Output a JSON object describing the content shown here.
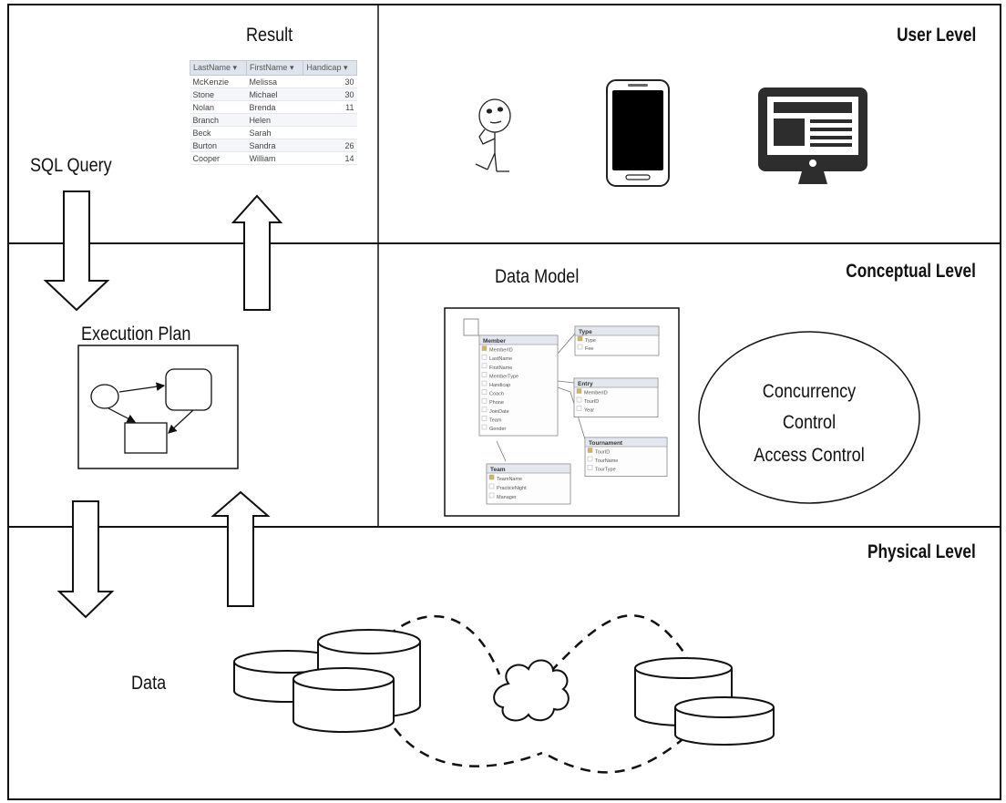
{
  "levels": {
    "user": "User Level",
    "conceptual": "Conceptual Level",
    "physical": "Physical Level"
  },
  "labels": {
    "result": "Result",
    "sql_query": "SQL Query",
    "execution_plan": "Execution Plan",
    "data_model": "Data Model",
    "data": "Data"
  },
  "ellipse": {
    "line1": "Concurrency",
    "line2": "Control",
    "line3": "Access Control"
  },
  "result_table": {
    "headers": [
      "LastName",
      "FirstName",
      "Handicap"
    ],
    "rows": [
      [
        "McKenzie",
        "Melissa",
        "30"
      ],
      [
        "Stone",
        "Michael",
        "30"
      ],
      [
        "Nolan",
        "Brenda",
        "11"
      ],
      [
        "Branch",
        "Helen",
        ""
      ],
      [
        "Beck",
        "Sarah",
        ""
      ],
      [
        "Burton",
        "Sandra",
        "26"
      ],
      [
        "Cooper",
        "William",
        "14"
      ]
    ]
  },
  "schema_tables": [
    {
      "name": "Member",
      "fields": [
        "MemberID",
        "LastName",
        "FirstName",
        "MemberType",
        "Handicap",
        "Coach",
        "Phone",
        "JoinDate",
        "Team",
        "Gender"
      ]
    },
    {
      "name": "Type",
      "fields": [
        "Type",
        "Fee"
      ]
    },
    {
      "name": "Entry",
      "fields": [
        "MemberID",
        "TourID",
        "Year"
      ]
    },
    {
      "name": "Tournament",
      "fields": [
        "TourID",
        "TourName",
        "TourType"
      ]
    },
    {
      "name": "Team",
      "fields": [
        "TeamName",
        "PracticeNight",
        "Manager"
      ]
    }
  ]
}
